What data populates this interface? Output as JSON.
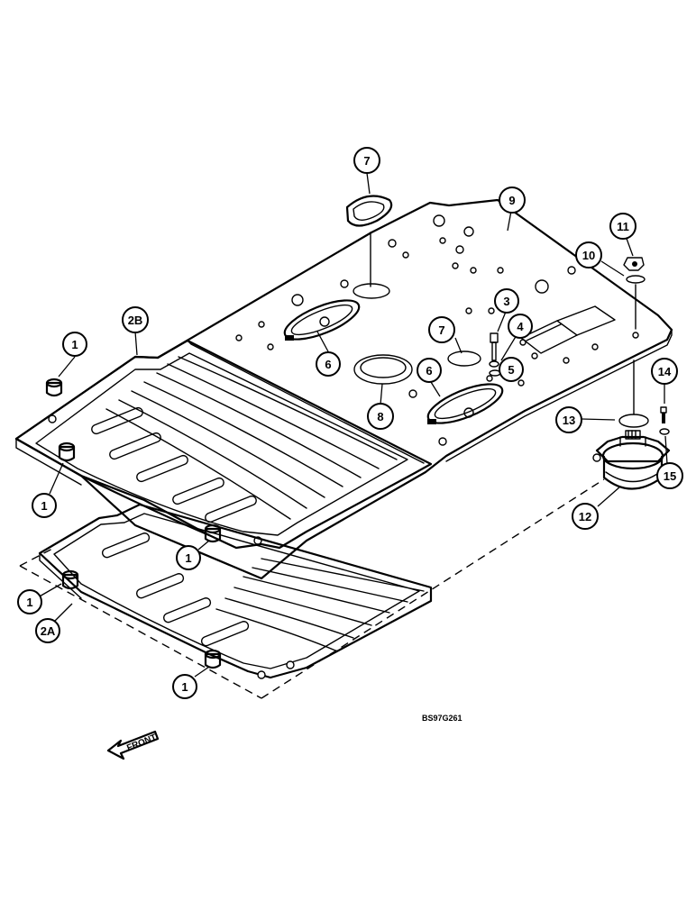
{
  "callouts": {
    "c1a": "1",
    "c1b": "1",
    "c1c": "1",
    "c1d": "1",
    "c1e": "1",
    "c2a": "2A",
    "c2b": "2B",
    "c3": "3",
    "c4": "4",
    "c5": "5",
    "c6a": "6",
    "c6b": "6",
    "c7a": "7",
    "c7b": "7",
    "c8": "8",
    "c9": "9",
    "c10": "10",
    "c11": "11",
    "c12": "12",
    "c13": "13",
    "c14": "14",
    "c15": "15"
  },
  "drawing_code": "BS97G261",
  "front_label": "FRONT"
}
